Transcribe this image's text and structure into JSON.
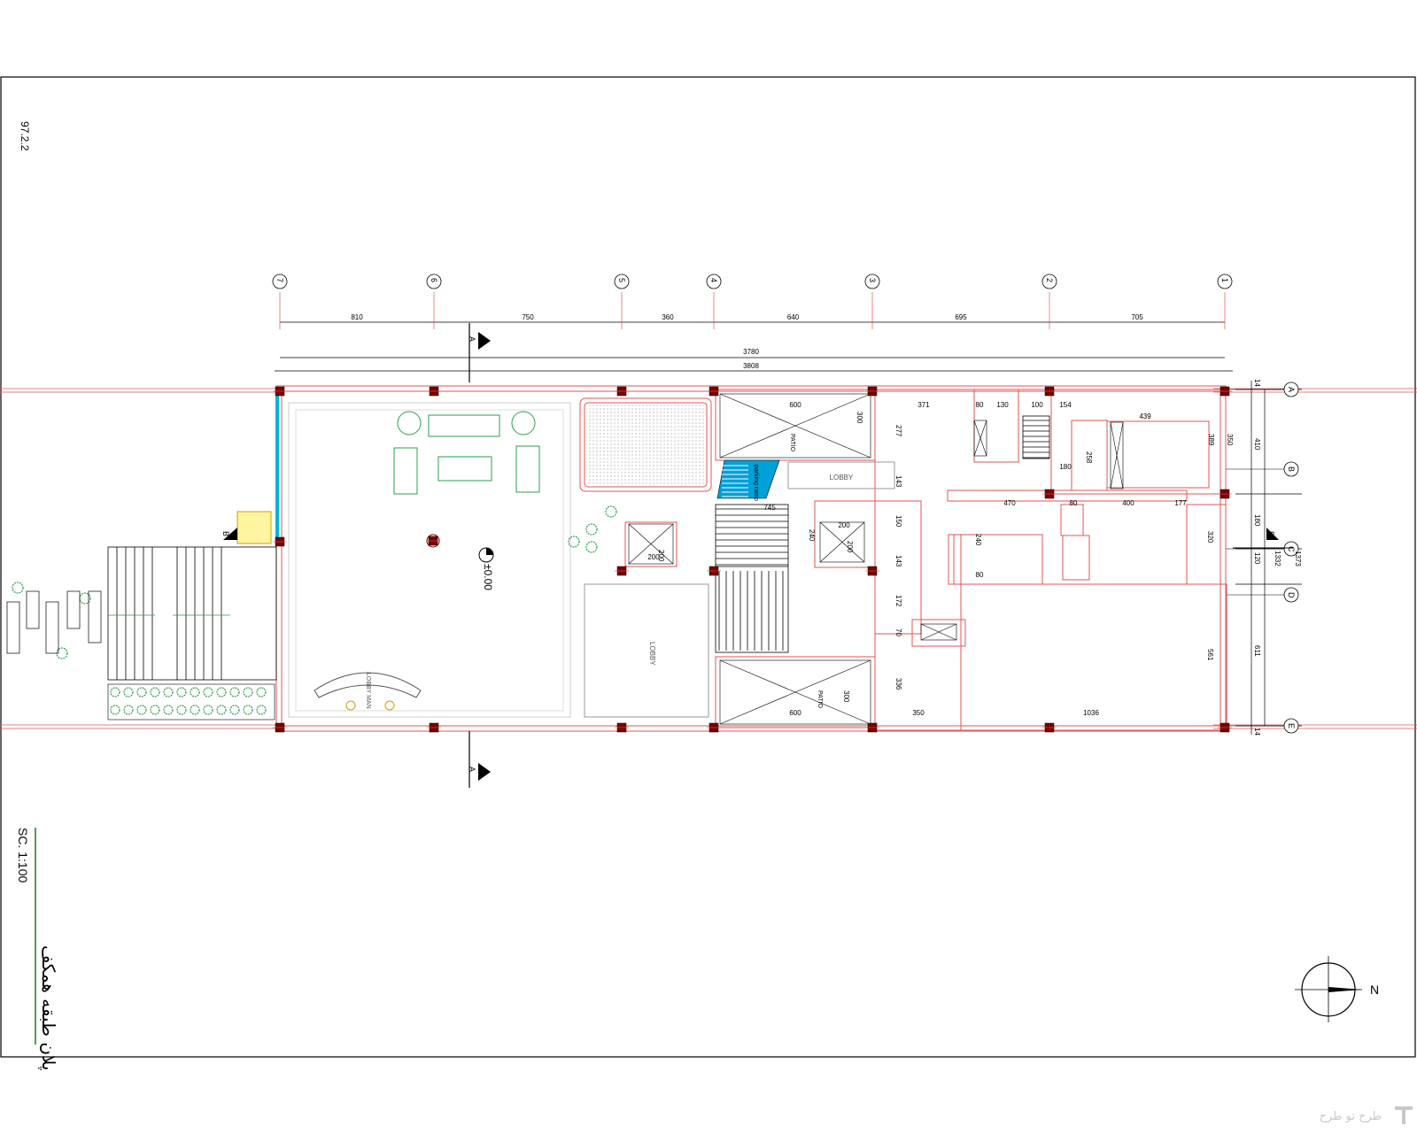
{
  "sheet": {
    "date": "97.2.2",
    "scale": "SC. 1:100",
    "title": "پلان طبقه همکف",
    "watermark": "طرح تو طرح"
  },
  "grid": {
    "columns": [
      "7",
      "6",
      "5",
      "4",
      "3",
      "2",
      "1"
    ],
    "rows": [
      "A",
      "B",
      "C",
      "D",
      "E"
    ]
  },
  "dimensions": {
    "top_spans": [
      "810",
      "750",
      "360",
      "640",
      "695",
      "705"
    ],
    "overall_outer": "3780",
    "overall_inner": "3808",
    "right_chain_1": [
      "14",
      "410",
      "180",
      "120",
      "611",
      "14"
    ],
    "right_chain_2": [
      "1373",
      "1332"
    ],
    "interior": [
      "600",
      "300",
      "277",
      "371",
      "80",
      "130",
      "100",
      "154",
      "439",
      "350",
      "389",
      "258",
      "180",
      "143",
      "470",
      "80",
      "400",
      "177",
      "745",
      "240",
      "200",
      "200",
      "200",
      "200",
      "150",
      "143",
      "172",
      "70",
      "240",
      "80",
      "320",
      "561",
      "336",
      "600",
      "300",
      "350",
      "1036"
    ]
  },
  "labels": {
    "patio": "PATIO",
    "lobby": "LOBBY",
    "level": "±0.00",
    "section_mark": "A",
    "section_mark_b": "B",
    "lobby_man": "LOBBY MAN",
    "stair": "parking ramp",
    "north": "N"
  },
  "colors": {
    "wall": "#e05555",
    "line": "#000000",
    "furniture": "#2e9e4f",
    "glass": "#00b4d8",
    "column": "#7a0000"
  }
}
